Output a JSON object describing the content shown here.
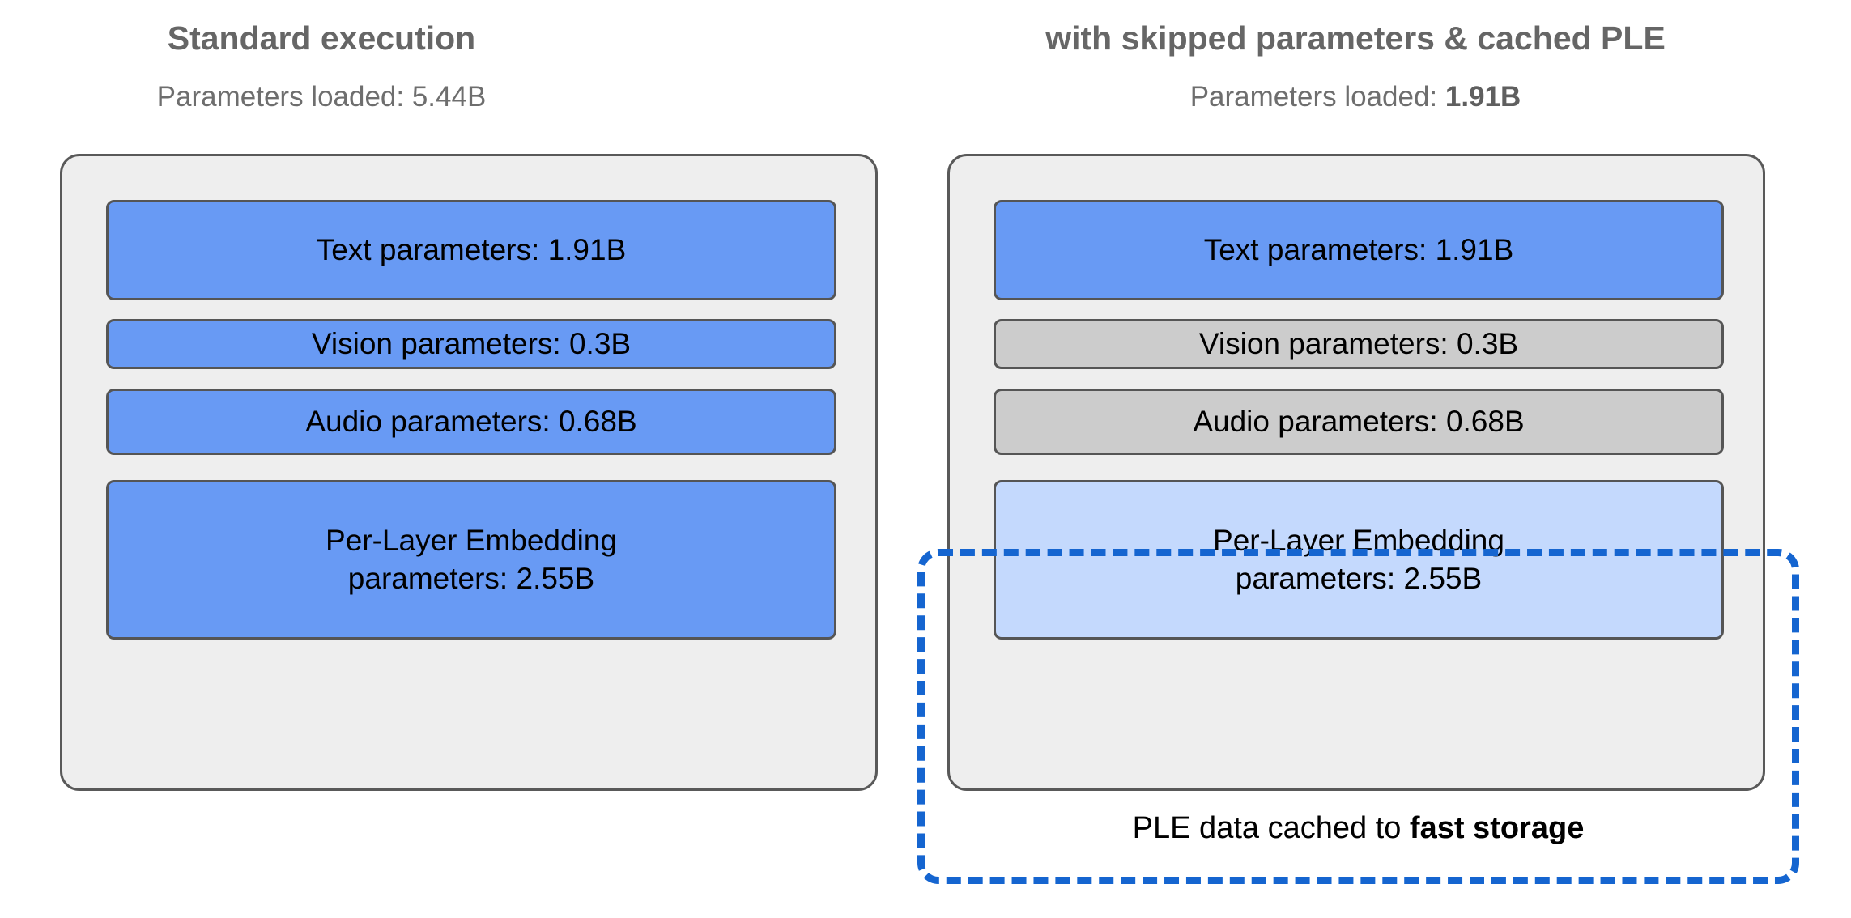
{
  "diagram": {
    "title_semantics": "gemma-parameter-loading-comparison",
    "colors": {
      "panel_bg": "#eeeeee",
      "panel_border": "#595959",
      "active_blue": "#689af4",
      "skipped_gray": "#cccccc",
      "cached_light_blue": "#c4d9fd",
      "dashed_accent": "#1565d0",
      "heading_gray": "#666666",
      "body_text": "#000000"
    },
    "panels": [
      {
        "id": "standard",
        "title": "Standard execution",
        "subtitle_prefix": "Parameters loaded: ",
        "subtitle_value": "5.44B",
        "subtitle_value_bold": false,
        "blocks": [
          {
            "label": "Text parameters: 1.91B",
            "state": "loaded",
            "fill": "#689af4"
          },
          {
            "label": "Vision parameters: 0.3B",
            "state": "loaded",
            "fill": "#689af4"
          },
          {
            "label": "Audio parameters: 0.68B",
            "state": "loaded",
            "fill": "#689af4"
          },
          {
            "label": "Per-Layer Embedding\nparameters: 2.55B",
            "state": "loaded",
            "fill": "#689af4"
          }
        ]
      },
      {
        "id": "optimized",
        "title": "with skipped parameters & cached PLE",
        "subtitle_prefix": "Parameters loaded: ",
        "subtitle_value": "1.91B",
        "subtitle_value_bold": true,
        "blocks": [
          {
            "label": "Text parameters: 1.91B",
            "state": "loaded",
            "fill": "#689af4"
          },
          {
            "label": "Vision parameters: 0.3B",
            "state": "skipped",
            "fill": "#cccccc"
          },
          {
            "label": "Audio parameters: 0.68B",
            "state": "skipped",
            "fill": "#cccccc"
          },
          {
            "label": "Per-Layer Embedding\nparameters: 2.55B",
            "state": "cached",
            "fill": "#c4d9fd"
          }
        ]
      }
    ],
    "cache_annotation": {
      "caption_prefix": "PLE data cached to ",
      "caption_emphasis": "fast storage",
      "border_style": "dashed",
      "border_color": "#1565d0"
    }
  }
}
